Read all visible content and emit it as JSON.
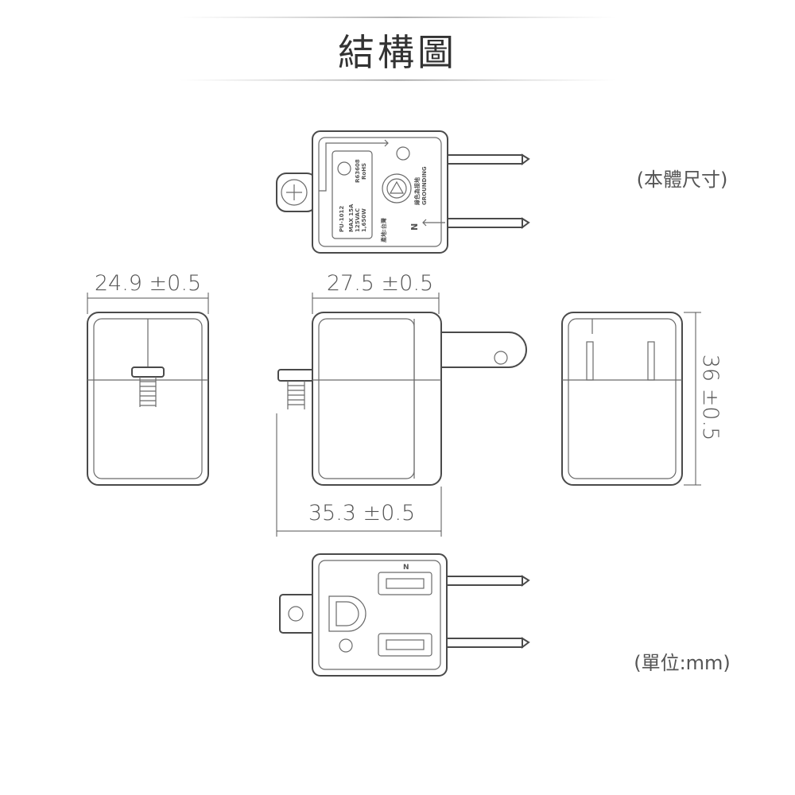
{
  "title": "結構圖",
  "notes": {
    "body_size": "(本體尺寸)",
    "unit": "(單位:mm)"
  },
  "dimensions": {
    "width_side": "24.9 ±0.5",
    "depth_front": "27.5 ±0.5",
    "overall_length": "35.3 ±0.5",
    "height": "36 ±0.5"
  },
  "product_label": {
    "model": "PU-1012",
    "rating_current": "MAX 15A",
    "rating_voltage": "125VAC",
    "rating_power": "1,650W",
    "cert": "R63608",
    "rohs": "RoHS",
    "origin": "產地:台灣",
    "neutral": "N",
    "grounding_cn": "綠色為接地",
    "grounding_en": "GROUNDING"
  },
  "colors": {
    "line": "#4a4a4a",
    "text": "#555555"
  }
}
